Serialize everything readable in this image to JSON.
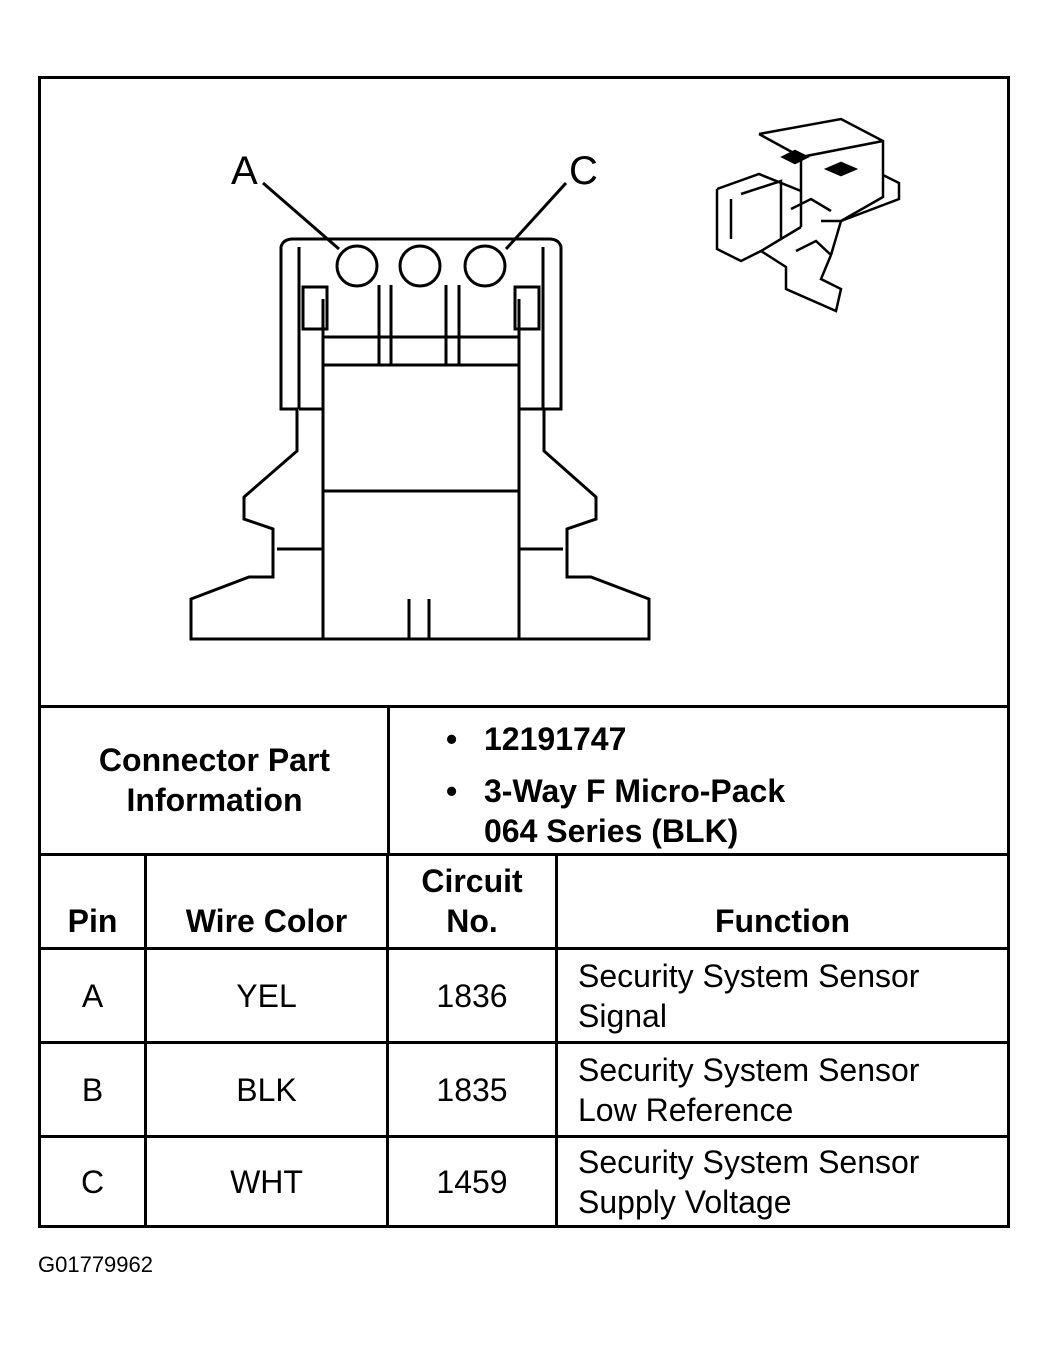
{
  "diagram": {
    "pin_labels": [
      "A",
      "C"
    ]
  },
  "connector_info": {
    "title_line1": "Connector Part",
    "title_line2": "Information",
    "items": [
      {
        "line1": "12191747"
      },
      {
        "line1": "3-Way F Micro-Pack",
        "line2": "064 Series (BLK)"
      }
    ],
    "bullet": "•"
  },
  "table": {
    "headers": {
      "pin": "Pin",
      "wire_color": "Wire Color",
      "circuit_line1": "Circuit",
      "circuit_line2": "No.",
      "function": "Function"
    },
    "rows": [
      {
        "pin": "A",
        "wire_color": "YEL",
        "circuit": "1836",
        "function_line1": "Security System Sensor",
        "function_line2": "Signal"
      },
      {
        "pin": "B",
        "wire_color": "BLK",
        "circuit": "1835",
        "function_line1": "Security System Sensor",
        "function_line2": "Low Reference"
      },
      {
        "pin": "C",
        "wire_color": "WHT",
        "circuit": "1459",
        "function_line1": "Security System Sensor",
        "function_line2": "Supply Voltage"
      }
    ]
  },
  "footer": {
    "code": "G01779962"
  }
}
